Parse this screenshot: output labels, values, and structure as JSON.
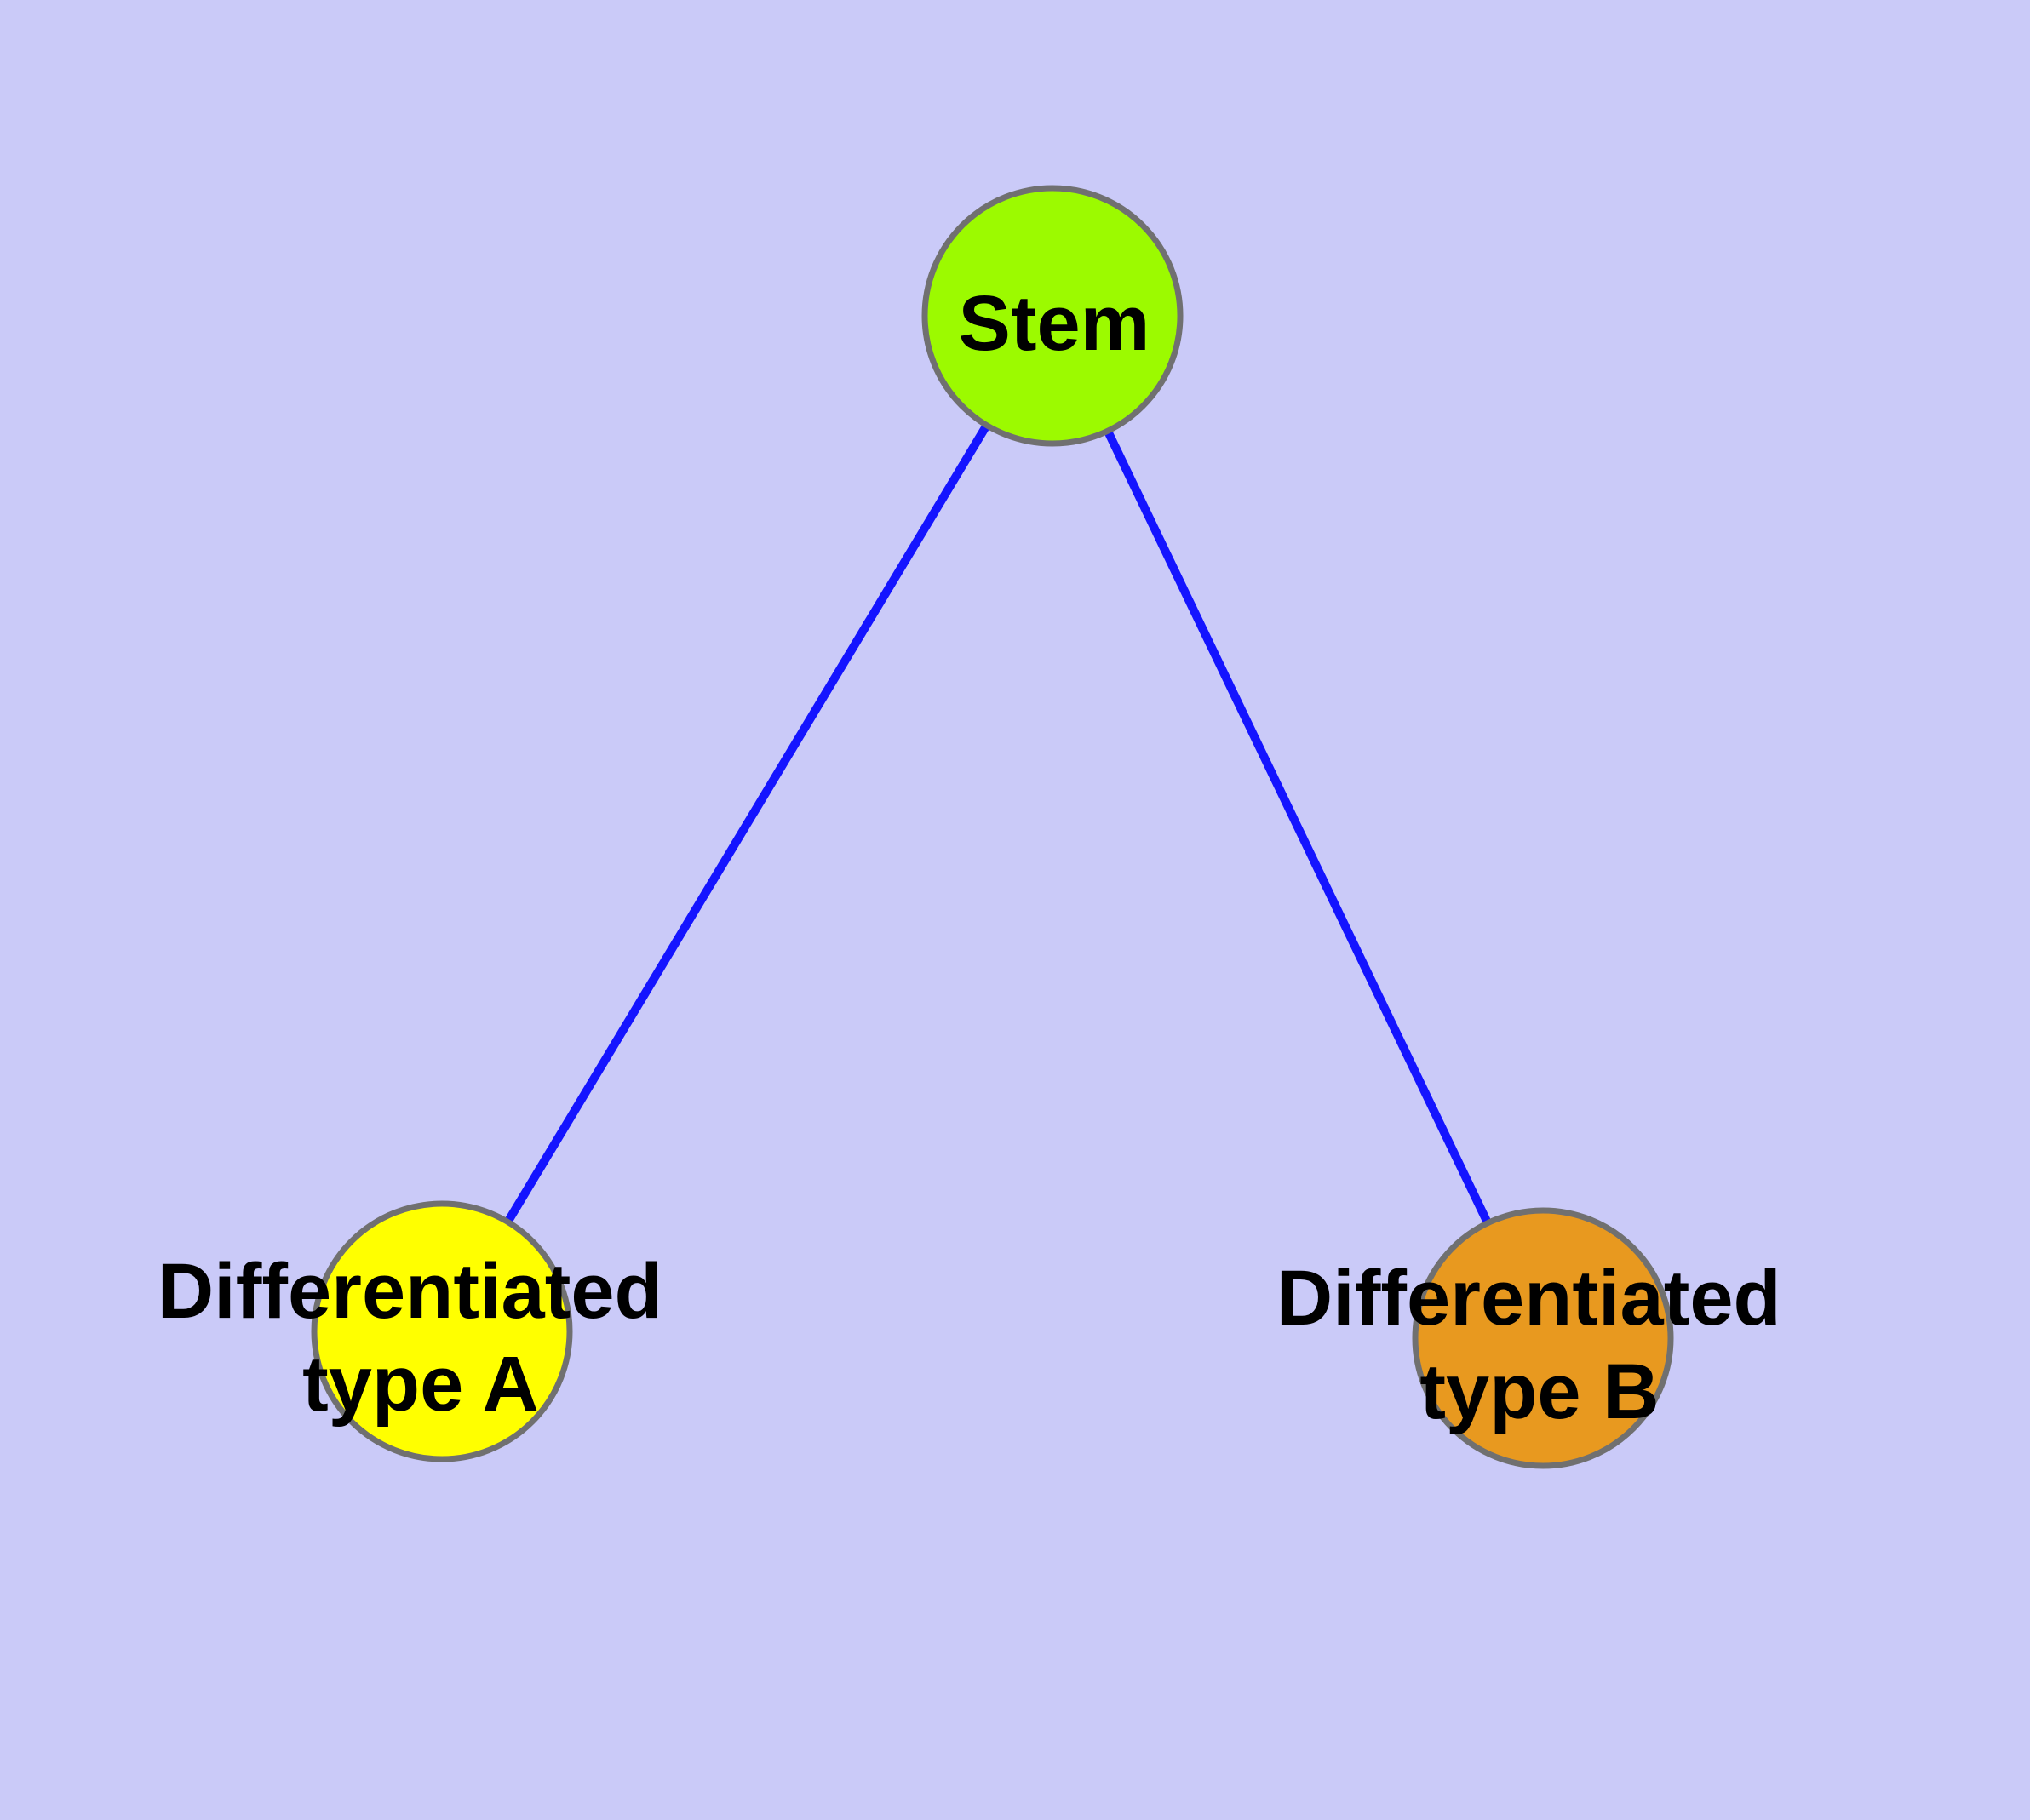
{
  "colors": {
    "background": "#CACAF8",
    "edge": "#1414FF",
    "node_border": "#707070",
    "label_text": "#000000"
  },
  "nodes": {
    "stem": {
      "label": "Stem",
      "color": "#9CFA00"
    },
    "type_a": {
      "label_line1": "Differentiated",
      "label_line2": "type A",
      "color": "#FFFF00"
    },
    "type_b": {
      "label_line1": "Differentiated",
      "label_line2": "type B",
      "color": "#E8991F"
    }
  },
  "edges": [
    {
      "from": "Stem",
      "to": "Differentiated type A"
    },
    {
      "from": "Stem",
      "to": "Differentiated type B"
    }
  ]
}
